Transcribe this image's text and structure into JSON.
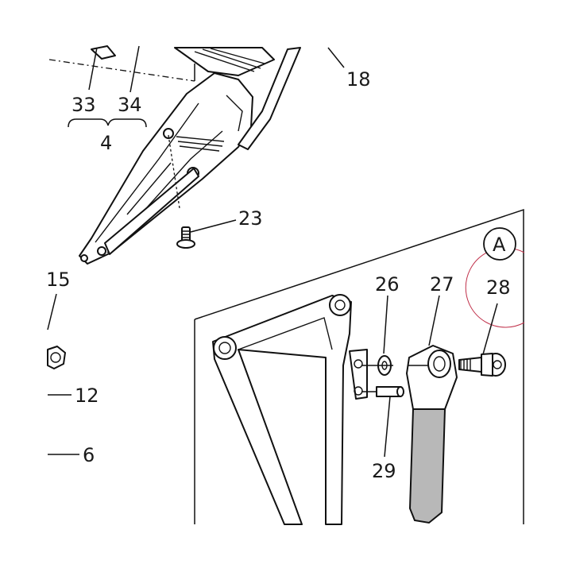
{
  "labels": {
    "p33": "33",
    "p34": "34",
    "p4": "4",
    "p18": "18",
    "p23": "23",
    "p15": "15",
    "p12": "12",
    "p6": "6",
    "p26": "26",
    "p27": "27",
    "p28": "28",
    "p29": "29",
    "detailA": "A"
  },
  "colors": {
    "line": "#111111",
    "background": "#ffffff",
    "lever_fill": "#b8b8b8",
    "highlight_circle": "#c0304a"
  }
}
